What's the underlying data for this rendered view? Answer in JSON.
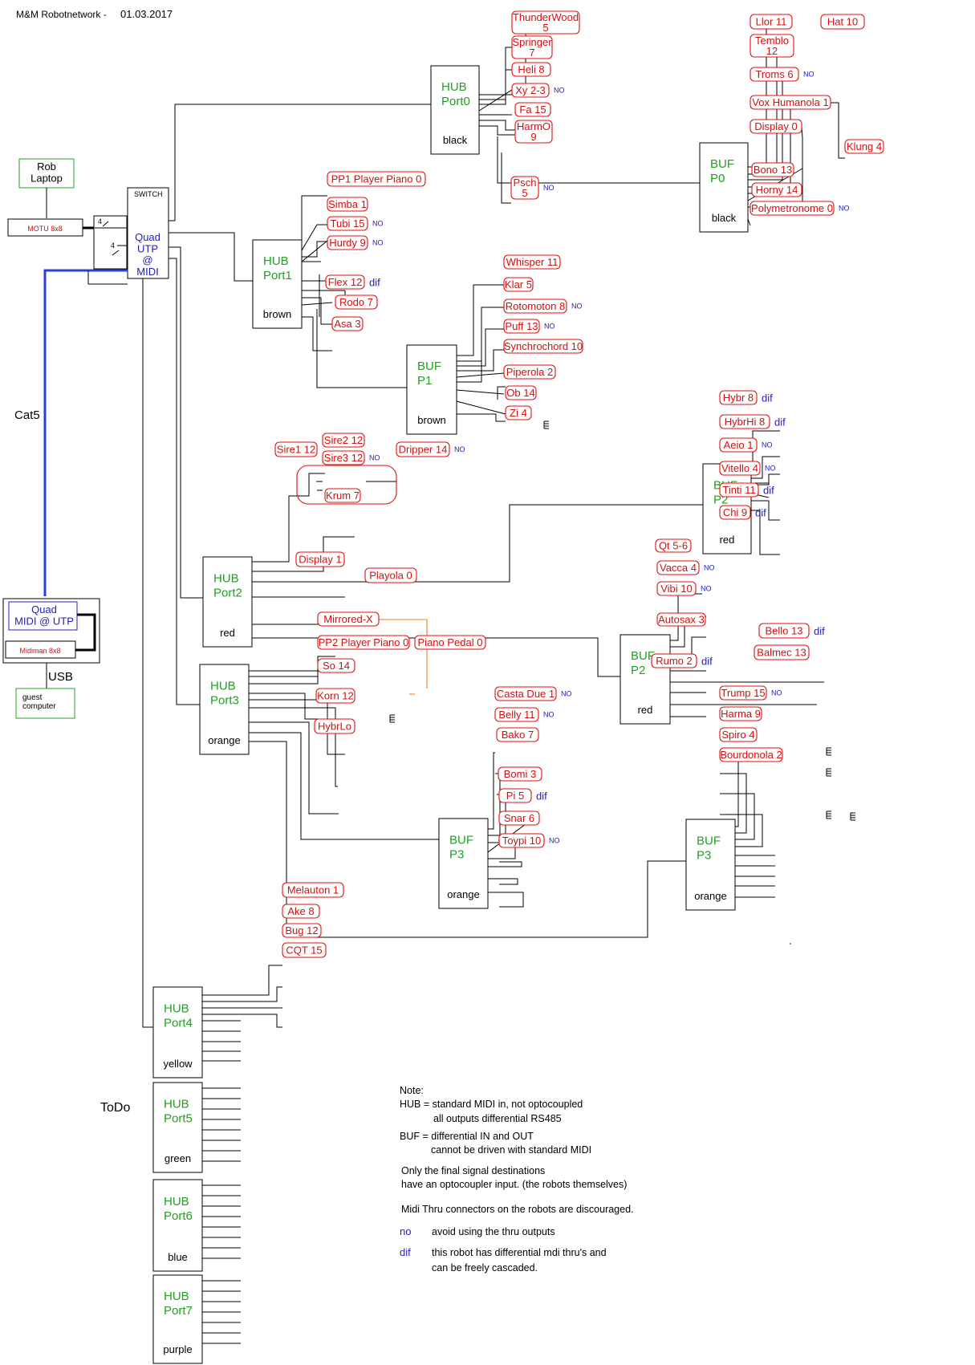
{
  "header": {
    "title": "M&M Robotnetwork -",
    "date": "01.03.2017"
  },
  "equipment": {
    "rob_laptop": "Rob\nLaptop",
    "motu": "MOTU 8x8",
    "switch_label": "SWITCH",
    "switch_text": "Quad\nUTP\n@\nMIDI",
    "cable_count_1": "4",
    "cable_count_2": "4",
    "cat5": "Cat5",
    "quad_midi": "Quad\nMIDI @ UTP",
    "midiman": "Midiman 8x8",
    "usb": "USB",
    "guest": "guest\ncomputer",
    "todo": "ToDo"
  },
  "hubs": [
    {
      "id": "hub0",
      "type": "HUB",
      "port": "Port0",
      "color": "black"
    },
    {
      "id": "hub1",
      "type": "HUB",
      "port": "Port1",
      "color": "brown"
    },
    {
      "id": "hub2",
      "type": "HUB",
      "port": "Port2",
      "color": "red"
    },
    {
      "id": "hub3",
      "type": "HUB",
      "port": "Port3",
      "color": "orange"
    },
    {
      "id": "hub4",
      "type": "HUB",
      "port": "Port4",
      "color": "yellow"
    },
    {
      "id": "hub5",
      "type": "HUB",
      "port": "Port5",
      "color": "green"
    },
    {
      "id": "hub6",
      "type": "HUB",
      "port": "Port6",
      "color": "blue"
    },
    {
      "id": "hub7",
      "type": "HUB",
      "port": "Port7",
      "color": "purple"
    }
  ],
  "buffers": [
    {
      "id": "bufp0",
      "type": "BUF",
      "port": "P0",
      "color": "black"
    },
    {
      "id": "bufp1",
      "type": "BUF",
      "port": "P1",
      "color": "brown"
    },
    {
      "id": "bufp2a",
      "type": "BUF",
      "port": "P2",
      "color": "red"
    },
    {
      "id": "bufp2b",
      "type": "BUF",
      "port": "P2",
      "color": "red"
    },
    {
      "id": "bufp3a",
      "type": "BUF",
      "port": "P3",
      "color": "orange"
    },
    {
      "id": "bufp3b",
      "type": "BUF",
      "port": "P3",
      "color": "orange"
    }
  ],
  "robots": [
    {
      "label": "ThunderWood\n5",
      "tag": ""
    },
    {
      "label": "Springer\n7",
      "tag": ""
    },
    {
      "label": "Heli 8",
      "tag": ""
    },
    {
      "label": "Xy 2-3",
      "tag": "NO"
    },
    {
      "label": "Fa 15",
      "tag": ""
    },
    {
      "label": "HarmO\n9",
      "tag": ""
    },
    {
      "label": "Psch\n5",
      "tag": "NO"
    },
    {
      "label": "Llor 11",
      "tag": ""
    },
    {
      "label": "Hat 10",
      "tag": ""
    },
    {
      "label": "Temblo\n12",
      "tag": ""
    },
    {
      "label": "Troms 6",
      "tag": "NO"
    },
    {
      "label": "Vox Humanola 1",
      "tag": ""
    },
    {
      "label": "Klung 4",
      "tag": ""
    },
    {
      "label": "Display 0",
      "tag": ""
    },
    {
      "label": "Bono 13",
      "tag": ""
    },
    {
      "label": "Horny 14",
      "tag": ""
    },
    {
      "label": "Polymetronome 0",
      "tag": "NO"
    },
    {
      "label": "PP1 Player Piano 0",
      "tag": ""
    },
    {
      "label": "Simba 1",
      "tag": ""
    },
    {
      "label": "Tubi 15",
      "tag": "NO"
    },
    {
      "label": "Hurdy 9",
      "tag": "NO"
    },
    {
      "label": "Flex 12",
      "tag": "dif"
    },
    {
      "label": "Rodo 7",
      "tag": ""
    },
    {
      "label": "Asa 3",
      "tag": ""
    },
    {
      "label": "Whisper 11",
      "tag": ""
    },
    {
      "label": "Klar 5",
      "tag": ""
    },
    {
      "label": "Rotomoton 8",
      "tag": "NO"
    },
    {
      "label": "Puff 13",
      "tag": "NO"
    },
    {
      "label": "Synchrochord 10",
      "tag": ""
    },
    {
      "label": "Piperola 2",
      "tag": ""
    },
    {
      "label": "Ob 14",
      "tag": ""
    },
    {
      "label": "Zi 4",
      "tag": ""
    },
    {
      "label": "Hybr 8",
      "tag": "dif"
    },
    {
      "label": "HybrHi 8",
      "tag": "dif"
    },
    {
      "label": "Aeio 1",
      "tag": "NO"
    },
    {
      "label": "Vitello 4",
      "tag": "NO"
    },
    {
      "label": "Tinti 11",
      "tag": "dif"
    },
    {
      "label": "Chi 9",
      "tag": "dif"
    },
    {
      "label": "Sire1 12",
      "tag": ""
    },
    {
      "label": "Sire2 12",
      "tag": ""
    },
    {
      "label": "Sire3 12",
      "tag": "NO"
    },
    {
      "label": "Dripper 14",
      "tag": "NO"
    },
    {
      "label": "Krum 7",
      "tag": ""
    },
    {
      "label": "Display 1",
      "tag": ""
    },
    {
      "label": "Playola 0",
      "tag": ""
    },
    {
      "label": "Qt 5-6",
      "tag": ""
    },
    {
      "label": "Vacca 4",
      "tag": "NO"
    },
    {
      "label": "Vibi 10",
      "tag": "NO"
    },
    {
      "label": "Autosax 3",
      "tag": ""
    },
    {
      "label": "Bello 13",
      "tag": "dif"
    },
    {
      "label": "Balmec 13",
      "tag": ""
    },
    {
      "label": "Rumo 2",
      "tag": "dif"
    },
    {
      "label": "Mirrored-X",
      "tag": ""
    },
    {
      "label": "PP2 Player Piano 0",
      "tag": ""
    },
    {
      "label": "Piano Pedal 0",
      "tag": ""
    },
    {
      "label": "So 14",
      "tag": ""
    },
    {
      "label": "Korn 12",
      "tag": ""
    },
    {
      "label": "HybrLo",
      "tag": ""
    },
    {
      "label": "Casta Due 1",
      "tag": "NO"
    },
    {
      "label": "Belly 11",
      "tag": "NO"
    },
    {
      "label": "Bako 7",
      "tag": ""
    },
    {
      "label": "Bomi 3",
      "tag": ""
    },
    {
      "label": "Pi  5",
      "tag": "dif"
    },
    {
      "label": "Snar 6",
      "tag": ""
    },
    {
      "label": "Toypi 10",
      "tag": "NO"
    },
    {
      "label": "Trump 15",
      "tag": "NO"
    },
    {
      "label": "Harma 9",
      "tag": ""
    },
    {
      "label": "Spiro 4",
      "tag": ""
    },
    {
      "label": "Bourdonola 2",
      "tag": ""
    },
    {
      "label": "Melauton 1",
      "tag": ""
    },
    {
      "label": "Ake 8",
      "tag": ""
    },
    {
      "label": "Bug 12",
      "tag": ""
    },
    {
      "label": "CQT 15",
      "tag": ""
    }
  ],
  "notes": {
    "heading": "Note:",
    "hub_line1": "HUB = standard MIDI in, not optocoupled",
    "hub_line2": "all outputs differential RS485",
    "buf_line1": "BUF = differential IN and OUT",
    "buf_line2": "cannot be driven with standard MIDI",
    "only_line1": "Only the final signal destinations",
    "only_line2": "have an optocoupler input. (the  robots themselves)",
    "thru": "Midi Thru connectors on the robots are discouraged.",
    "no_key": "no",
    "no_text": "avoid using the thru outputs",
    "dif_key": "dif",
    "dif_text1": "this robot has differential mdi thru's and",
    "dif_text2": "can be freely cascaded."
  },
  "colors": {
    "robot_red": "#d01010",
    "hub_green": "#22a022",
    "midi_blue": "#2020c0",
    "cat5_line": "#2a40d8",
    "link_orange": "#f08020"
  }
}
